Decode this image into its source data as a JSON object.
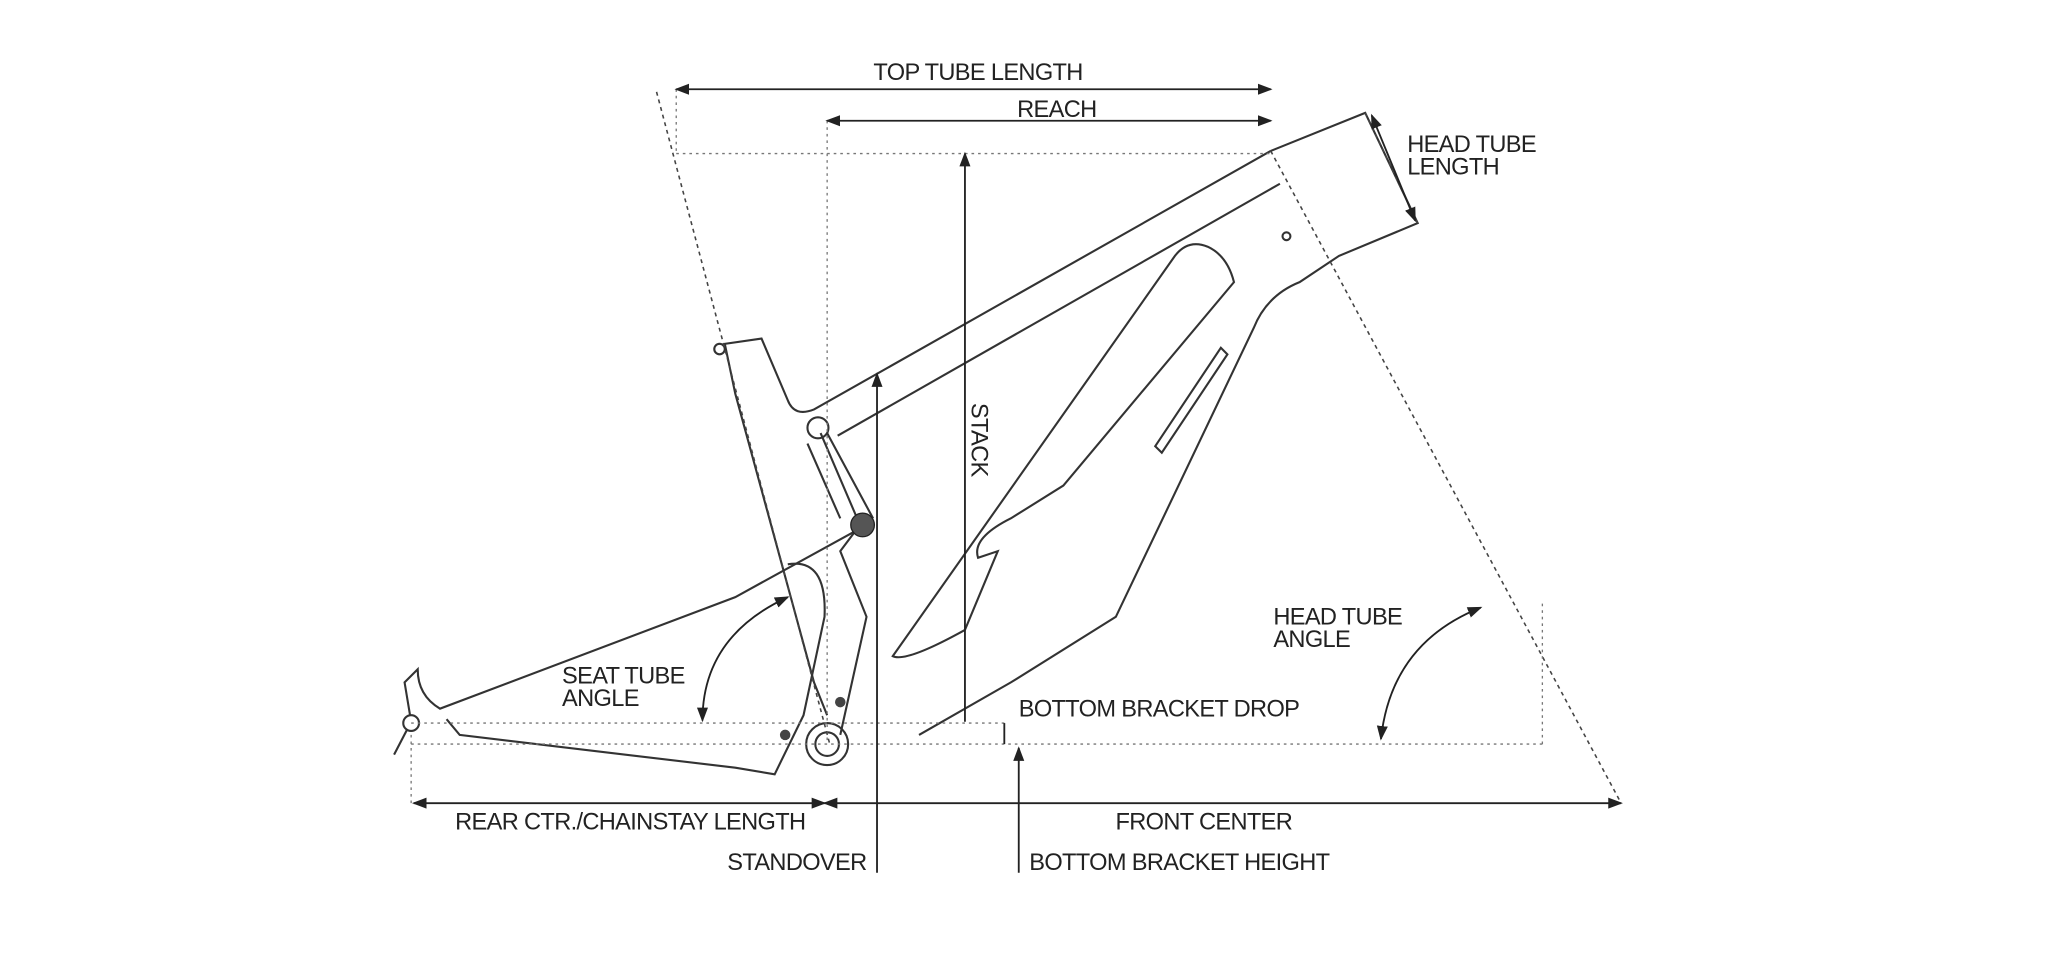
{
  "diagram": {
    "labels": {
      "top_tube_length": "TOP TUBE LENGTH",
      "reach": "REACH",
      "head_tube_length_1": "HEAD TUBE",
      "head_tube_length_2": "LENGTH",
      "stack": "STACK",
      "head_tube_angle_1": "HEAD TUBE",
      "head_tube_angle_2": "ANGLE",
      "seat_tube_angle_1": "SEAT TUBE",
      "seat_tube_angle_2": "ANGLE",
      "bottom_bracket_drop": "BOTTOM BRACKET DROP",
      "rear_center": "REAR CTR./CHAINSTAY LENGTH",
      "front_center": "FRONT CENTER",
      "standover": "STANDOVER",
      "bottom_bracket_height": "BOTTOM BRACKET HEIGHT"
    }
  }
}
